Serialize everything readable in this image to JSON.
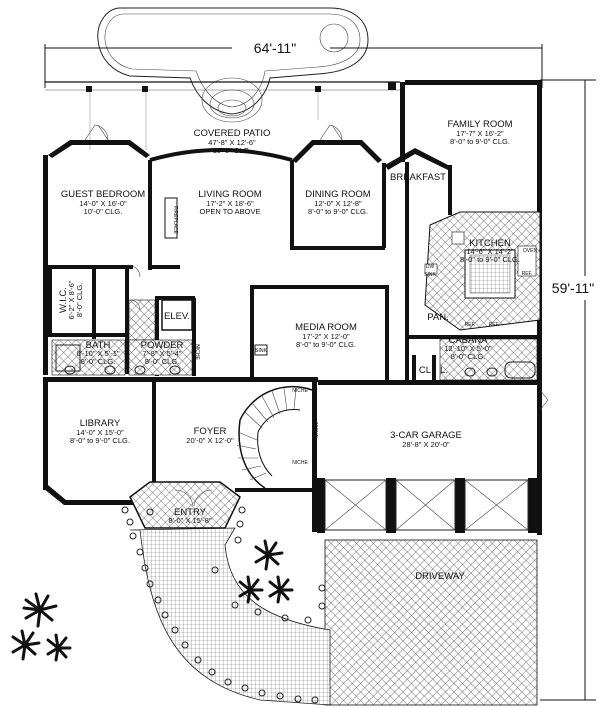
{
  "dimensions": {
    "width": "64'-11\"",
    "depth": "59'-11\""
  },
  "rooms": [
    {
      "id": "covered-patio",
      "name": "COVERED PATIO",
      "lines": [
        "47'-8\" X 12'-6\"",
        "10'-0\" CLG."
      ]
    },
    {
      "id": "family-room",
      "name": "FAMILY ROOM",
      "lines": [
        "17'-7\" X 16'-2\"",
        "8'-0\" to 9'-0\" CLG."
      ]
    },
    {
      "id": "guest-bedroom",
      "name": "GUEST BEDROOM",
      "lines": [
        "14'-0\" X 16'-0\"",
        "10'-0\" CLG."
      ]
    },
    {
      "id": "living-room",
      "name": "LIVING ROOM",
      "lines": [
        "17'-2\" X 18'-6\"",
        "OPEN TO ABOVE"
      ]
    },
    {
      "id": "dining-room",
      "name": "DINING ROOM",
      "lines": [
        "12'-0\" X 12'-8\"",
        "8'-0\" to 9'-0\" CLG."
      ]
    },
    {
      "id": "breakfast",
      "name": "BREAKFAST",
      "lines": []
    },
    {
      "id": "kitchen",
      "name": "KITCHEN",
      "lines": [
        "14'-6\" X 14'-2\"",
        "8'-0\" to 9'-0\" CLG."
      ]
    },
    {
      "id": "wic",
      "name": "W.I.C.",
      "lines": [
        "6'-2\" X 8'-6\"",
        "8'-0\" CLG."
      ]
    },
    {
      "id": "elev",
      "name": "ELEV.",
      "lines": []
    },
    {
      "id": "media-room",
      "name": "MEDIA ROOM",
      "lines": [
        "17'-2\" X 12'-0\"",
        "8'-0\" to 9'-0\" CLG."
      ]
    },
    {
      "id": "pan",
      "name": "PAN.",
      "lines": []
    },
    {
      "id": "bath",
      "name": "BATH",
      "lines": [
        "6'-10\" X 5'-1\"",
        "8'-0\" CLG."
      ]
    },
    {
      "id": "powder",
      "name": "POWDER",
      "lines": [
        "7'-8\" X 5'-4\"",
        "8'-0\" CLG."
      ]
    },
    {
      "id": "cabana",
      "name": "CABANA",
      "lines": [
        "12'-10\" X 5'-0\"",
        "8'-0\" CLG."
      ]
    },
    {
      "id": "library",
      "name": "LIBRARY",
      "lines": [
        "14'-0\" X 15'-0\"",
        "8'-0\" to 9'-0\" CLG."
      ]
    },
    {
      "id": "foyer",
      "name": "FOYER",
      "lines": [
        "20'-0\" X 12'-0\""
      ]
    },
    {
      "id": "garage",
      "name": "3-CAR GARAGE",
      "lines": [
        "28'-8\" X 20'-0\""
      ]
    },
    {
      "id": "entry",
      "name": "ENTRY",
      "lines": [
        "8'-0\" X 15'-8\""
      ]
    },
    {
      "id": "driveway",
      "name": "DRIVEWAY",
      "lines": []
    }
  ],
  "small_labels": {
    "cl1": "CL",
    "cl2": "L.",
    "fireplace": "FIREPLACE",
    "niche1": "NICHE",
    "niche2": "NICHE",
    "niche3": "NICHE",
    "niche4": "NICHE",
    "ref1": "REF.",
    "ref2": "REF.",
    "ref3": "REF.",
    "oven": "OVEN",
    "dw": "DW",
    "sink": "SINK",
    "sink2": "SINK"
  }
}
